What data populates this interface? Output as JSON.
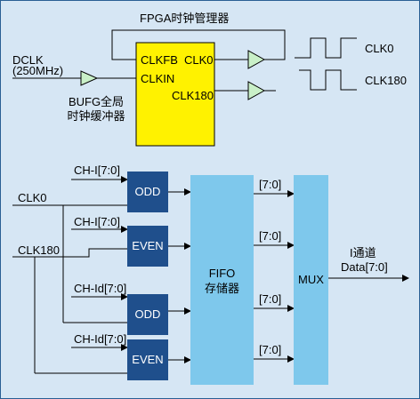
{
  "top": {
    "title": "FPGA时钟管理器",
    "dclk_line1": "DCLK",
    "dclk_line2": "(250MHz)",
    "bufg_line1": "BUFG全局",
    "bufg_line2": "时钟缓冲器",
    "dcm": {
      "clkfb": "CLKFB",
      "clk0_pin": "CLK0",
      "clkin": "CLKIN",
      "clk180_pin": "CLK180"
    },
    "out_clk0": "CLK0",
    "out_clk180": "CLK180"
  },
  "bottom": {
    "clk0_in": "CLK0",
    "clk180_in": "CLK180",
    "ch_labels": [
      "CH-I[7:0]",
      "CH-I[7:0]",
      "CH-Id[7:0]",
      "CH-Id[7:0]"
    ],
    "blocks": [
      "ODD",
      "EVEN",
      "ODD",
      "EVEN"
    ],
    "fifo_line1": "FIFO",
    "fifo_line2": "存储器",
    "bus_labels": [
      "[7:0]",
      "[7:0]",
      "[7:0]",
      "[7:0]"
    ],
    "mux": "MUX",
    "out_line1": "I通道",
    "out_line2": "Data[7:0]"
  },
  "colors": {
    "background": "#d6e6f4",
    "dcm_fill": "#fff200",
    "dark_block": "#1f4f8c",
    "light_block": "#7ec8ec",
    "buffer_fill": "#c9f0c8"
  }
}
